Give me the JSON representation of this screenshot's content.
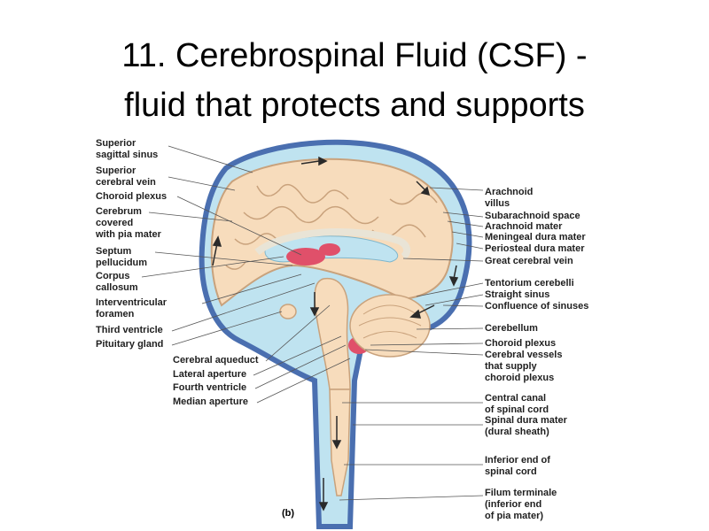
{
  "slide": {
    "title_line1": "11.  Cerebrospinal Fluid (CSF) -",
    "title_line2": "fluid that protects and supports"
  },
  "figure": {
    "tag": "(b)",
    "labels_left": [
      "Superior\nsagittal sinus",
      "Superior\ncerebral vein",
      "Choroid plexus",
      "Cerebrum\ncovered\nwith pia mater",
      "Septum\npellucidum",
      "Corpus\ncallosum",
      "Interventricular\nforamen",
      "Third ventricle",
      "Pituitary gland",
      "Cerebral aqueduct",
      "Lateral aperture",
      "Fourth ventricle",
      "Median aperture"
    ],
    "labels_right": [
      "Arachnoid\nvillus",
      "Subarachnoid space",
      "Arachnoid mater",
      "Meningeal dura mater",
      "Periosteal dura mater",
      "Great cerebral vein",
      "Tentorium cerebelli",
      "Straight sinus",
      "Confluence of sinuses",
      "Cerebellum",
      "Choroid plexus",
      "Cerebral vessels\nthat supply\nchoroid plexus",
      "Central canal\nof spinal cord",
      "Spinal dura mater\n(dural sheath)",
      "Inferior end of\nspinal cord",
      "Filum terminale\n(inferior end\nof pia mater)"
    ],
    "colors": {
      "brain": "#f7dcbc",
      "brain_fold": "#c9a27c",
      "csf": "#bfe3f0",
      "dura": "#4a6fb0",
      "plexus": "#e0506a"
    }
  }
}
